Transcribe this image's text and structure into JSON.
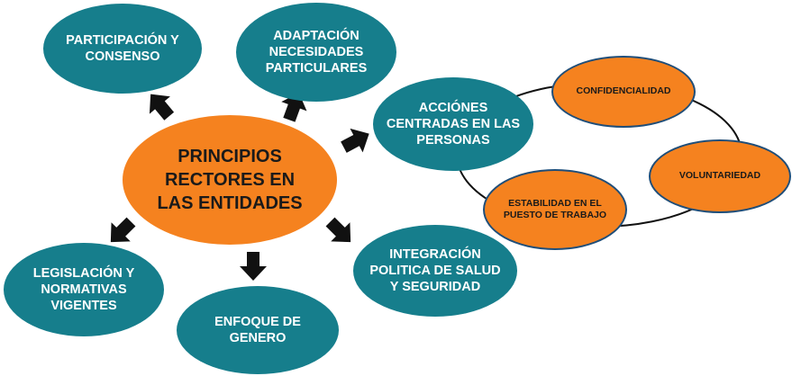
{
  "central": {
    "label": "PRINCIPIOS\nRECTORES EN\nLAS ENTIDADES",
    "color": "#f5821f"
  },
  "principles": [
    {
      "id": "participacion",
      "label": "PARTICIPACIÓN Y\nCONSENSO"
    },
    {
      "id": "adaptacion",
      "label": "ADAPTACIÓN\nNECESIDADES\nPARTICULARES"
    },
    {
      "id": "acciones",
      "label": "ACCIÓNES\nCENTRADAS EN LAS\nPERSONAS"
    },
    {
      "id": "integracion",
      "label": "INTEGRACIÓN\nPOLITICA DE SALUD\nY SEGURIDAD"
    },
    {
      "id": "enfoque",
      "label": "ENFOQUE DE\nGENERO"
    },
    {
      "id": "legislacion",
      "label": "LEGISLACIÓN Y\nNORMATIVAS\nVIGENTES"
    }
  ],
  "person_centered_aspects": [
    {
      "id": "confidencialidad",
      "label": "CONFIDENCIALIDAD"
    },
    {
      "id": "voluntariedad",
      "label": "VOLUNTARIEDAD"
    },
    {
      "id": "estabilidad",
      "label": "ESTABILIDAD EN EL\nPUESTO DE TRABAJO"
    }
  ],
  "colors": {
    "teal": "#167e8c",
    "orange": "#f5821f",
    "arrow": "#111111",
    "ring": "#111111"
  }
}
